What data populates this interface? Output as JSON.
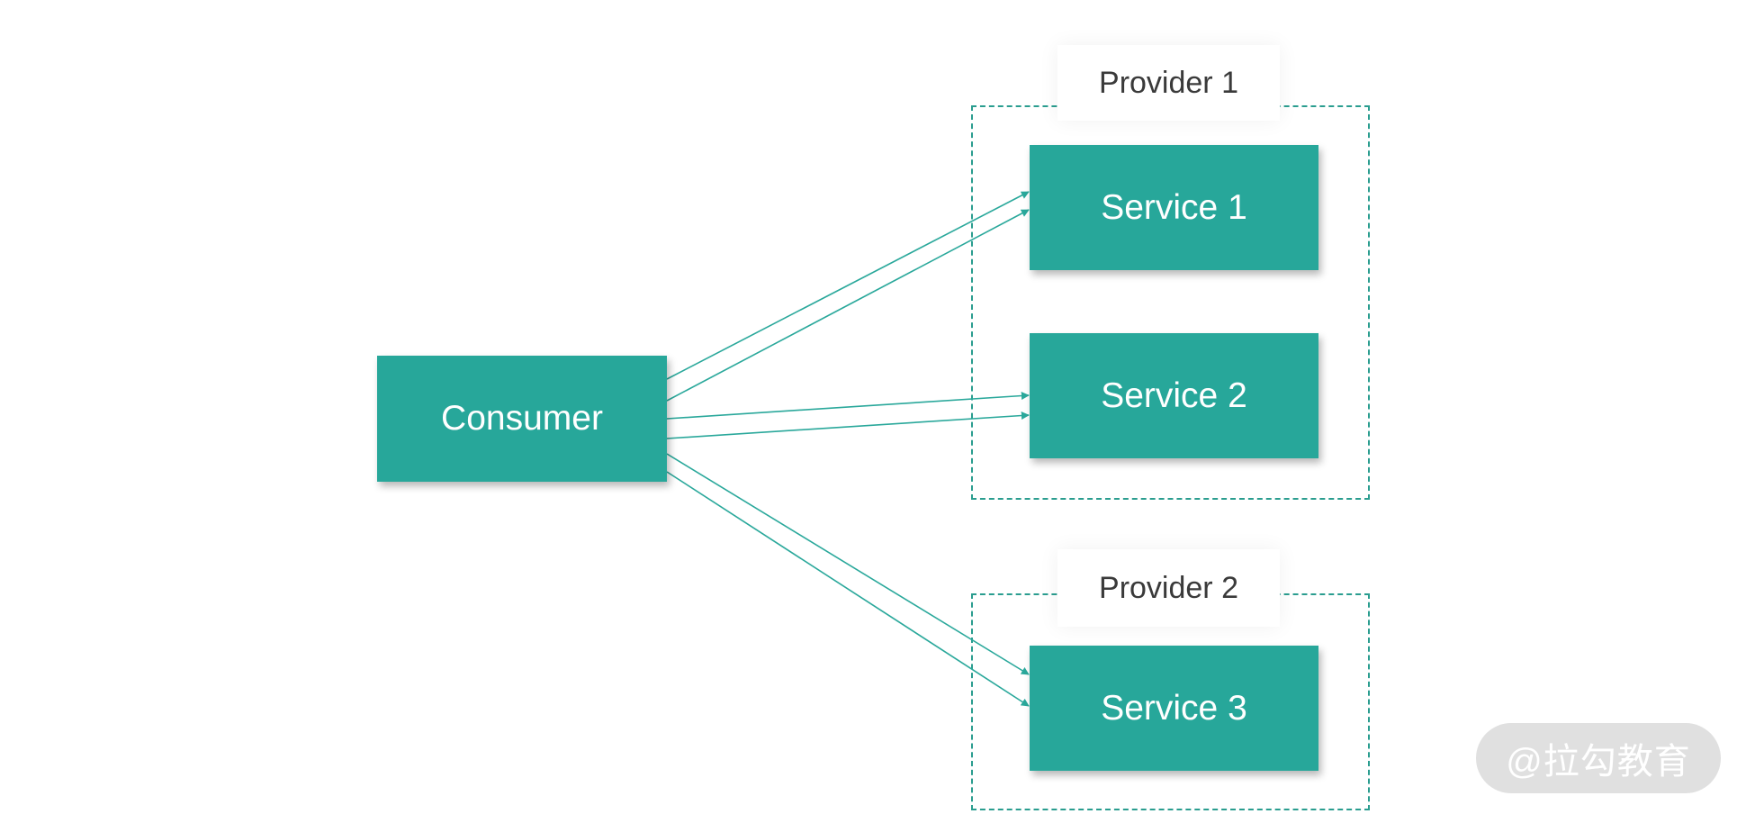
{
  "colors": {
    "node_fill": "#27a79a",
    "node_text": "#ffffff",
    "connector": "#2aa89b",
    "group_border": "#2a9d8f",
    "label_text": "#3a3a3a",
    "watermark_bg": "#e0e0e0"
  },
  "consumer": {
    "label": "Consumer"
  },
  "providers": [
    {
      "label": "Provider 1",
      "services": [
        {
          "label": "Service 1"
        },
        {
          "label": "Service 2"
        }
      ]
    },
    {
      "label": "Provider 2",
      "services": [
        {
          "label": "Service 3"
        }
      ]
    }
  ],
  "connections": [
    {
      "from": "Consumer",
      "to": "Service 1",
      "count": 2
    },
    {
      "from": "Consumer",
      "to": "Service 2",
      "count": 2
    },
    {
      "from": "Consumer",
      "to": "Service 3",
      "count": 2
    }
  ],
  "watermark": {
    "text": "@拉勾教育"
  }
}
